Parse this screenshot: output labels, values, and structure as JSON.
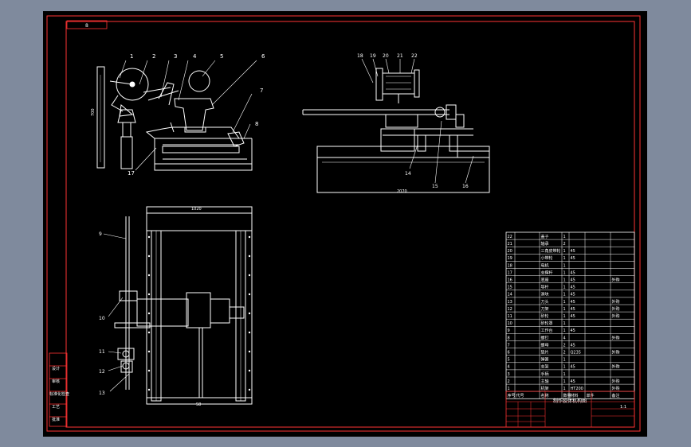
{
  "drawing": {
    "title_block_name": "制作胶体机构图",
    "scale_ratio": "1:1",
    "top_left_tag": "8",
    "front_view_balloons": [
      "1",
      "2",
      "3",
      "4",
      "5",
      "6",
      "7",
      "8",
      "17"
    ],
    "top_view_balloons": [
      "18",
      "19",
      "20",
      "21",
      "22",
      "14",
      "15",
      "16"
    ],
    "plan_view_balloons": [
      "9",
      "10",
      "11",
      "12",
      "13"
    ],
    "dimensions": {
      "front_height": "700",
      "top_length": "2070",
      "plan_width": "1020",
      "plan_bottom": "58"
    },
    "left_strip_labels": [
      "设计",
      "审核",
      "标准化检查",
      "工艺",
      "批准"
    ],
    "bom": {
      "rows": [
        {
          "no": "22",
          "code": "",
          "name": "盖子",
          "qty": "1",
          "material": "",
          "note": "",
          "std": ""
        },
        {
          "no": "21",
          "code": "",
          "name": "轴承",
          "qty": "2",
          "material": "",
          "note": "",
          "std": ""
        },
        {
          "no": "20",
          "code": "",
          "name": "三角皮带轮",
          "qty": "1",
          "material": "45",
          "note": "",
          "std": ""
        },
        {
          "no": "19",
          "code": "",
          "name": "小带轮",
          "qty": "1",
          "material": "45",
          "note": "",
          "std": ""
        },
        {
          "no": "18",
          "code": "",
          "name": "电机",
          "qty": "1",
          "material": "",
          "note": "",
          "std": ""
        },
        {
          "no": "17",
          "code": "",
          "name": "支撑杆",
          "qty": "1",
          "material": "45",
          "note": "",
          "std": ""
        },
        {
          "no": "16",
          "code": "",
          "name": "底座",
          "qty": "1",
          "material": "45",
          "note": "",
          "std": "外购"
        },
        {
          "no": "15",
          "code": "",
          "name": "导杆",
          "qty": "1",
          "material": "45",
          "note": "",
          "std": ""
        },
        {
          "no": "14",
          "code": "",
          "name": "滑块",
          "qty": "1",
          "material": "45",
          "note": "",
          "std": ""
        },
        {
          "no": "13",
          "code": "",
          "name": "刀头",
          "qty": "1",
          "material": "45",
          "note": "",
          "std": "外购"
        },
        {
          "no": "12",
          "code": "",
          "name": "刀架",
          "qty": "1",
          "material": "45",
          "note": "",
          "std": "外购"
        },
        {
          "no": "11",
          "code": "",
          "name": "砂轮",
          "qty": "1",
          "material": "45",
          "note": "",
          "std": "外购"
        },
        {
          "no": "10",
          "code": "",
          "name": "砂轮罩",
          "qty": "1",
          "material": "",
          "note": "",
          "std": ""
        },
        {
          "no": "9",
          "code": "",
          "name": "工作台",
          "qty": "1",
          "material": "45",
          "note": "",
          "std": ""
        },
        {
          "no": "8",
          "code": "",
          "name": "螺钉",
          "qty": "4",
          "material": "",
          "note": "",
          "std": "外购"
        },
        {
          "no": "7",
          "code": "",
          "name": "螺母",
          "qty": "2",
          "material": "45",
          "note": "",
          "std": ""
        },
        {
          "no": "6",
          "code": "",
          "name": "垫片",
          "qty": "2",
          "material": "Q235",
          "note": "",
          "std": "外购"
        },
        {
          "no": "5",
          "code": "",
          "name": "弹簧",
          "qty": "1",
          "material": "",
          "note": "",
          "std": ""
        },
        {
          "no": "4",
          "code": "",
          "name": "支架",
          "qty": "1",
          "material": "45",
          "note": "",
          "std": "外购"
        },
        {
          "no": "3",
          "code": "",
          "name": "手柄",
          "qty": "1",
          "material": "",
          "note": "",
          "std": ""
        },
        {
          "no": "2",
          "code": "",
          "name": "主轴",
          "qty": "1",
          "material": "45",
          "note": "",
          "std": "外购"
        },
        {
          "no": "1",
          "code": "",
          "name": "机架",
          "qty": "1",
          "material": "HT200",
          "note": "",
          "std": "外购"
        }
      ],
      "header": {
        "no": "序号",
        "code": "代号",
        "name": "名称",
        "qty": "数量",
        "material": "材料",
        "note": "单件",
        "std": "备注"
      }
    }
  },
  "colors": {
    "sheet": "#000000",
    "frame": "#ff3333",
    "line": "#ffffff",
    "background": "#7f8a9d"
  }
}
